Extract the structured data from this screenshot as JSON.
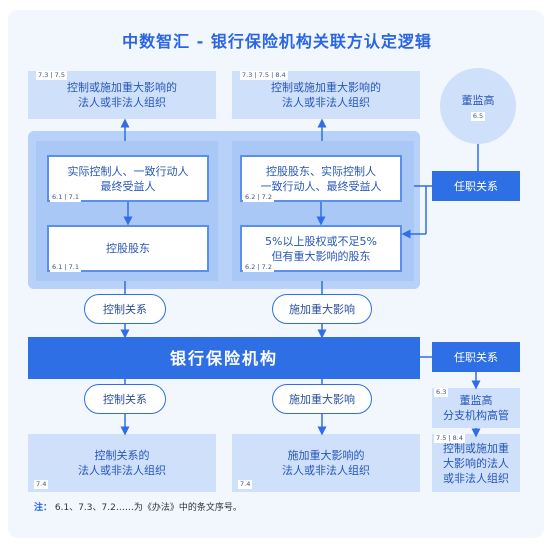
{
  "title": "中数智汇 - 银行保险机构关联方认定逻辑",
  "top_left_box": {
    "code": "7.3 | 7.5",
    "lines": [
      "控制或施加重大影响的",
      "法人或非法人组织"
    ]
  },
  "top_mid_box": {
    "code": "7.3 | 7.5 | 8.4",
    "lines": [
      "控制或施加重大影响的",
      "法人或非法人组织"
    ]
  },
  "circle": {
    "label": "董监高",
    "code": "6.5"
  },
  "left_panel": {
    "box1": {
      "lines": [
        "实际控制人、一致行动人",
        "最终受益人"
      ],
      "code": "6.1 | 7.1"
    },
    "box2": {
      "lines": [
        "控股股东"
      ],
      "code": "6.1 | 7.1"
    }
  },
  "mid_panel": {
    "box1": {
      "lines": [
        "控股股东、实际控制人",
        "一致行动人、最终受益人"
      ],
      "code": "6.2 | 7.2"
    },
    "box2": {
      "lines": [
        "5%以上股权或不足5%",
        "但有重大影响的股东"
      ],
      "code": "6.2 | 7.2"
    }
  },
  "employment_box_top": "任职关系",
  "pill_control_top": "控制关系",
  "pill_influence_top": "施加重大影响",
  "main_bank": "银行保险机构",
  "employment_box_bottom": "任职关系",
  "pill_control_bottom": "控制关系",
  "pill_influence_bottom": "施加重大影响",
  "bottom_left_box": {
    "lines": [
      "控制关系的",
      "法人或非法人组织"
    ],
    "code": "7.4"
  },
  "bottom_mid_box": {
    "lines": [
      "施加重大影响的",
      "法人或非法人组织"
    ],
    "code": "7.4"
  },
  "branch_box": {
    "lines": [
      "董监高",
      "分支机构高管"
    ],
    "code": "6.3"
  },
  "right_bottom_box": {
    "lines": [
      "控制或施加重",
      "大影响的法人",
      "或非法人组织"
    ],
    "code": "7.5 | 8.4"
  },
  "note": {
    "label": "注：",
    "text": "6.1、7.3、7.2……为《办法》中的条文序号。"
  },
  "colors": {
    "primary": "#2f6fe6",
    "light": "#cfe0fb",
    "panel": "#b7d1f8",
    "background": "#f2f6fd"
  }
}
